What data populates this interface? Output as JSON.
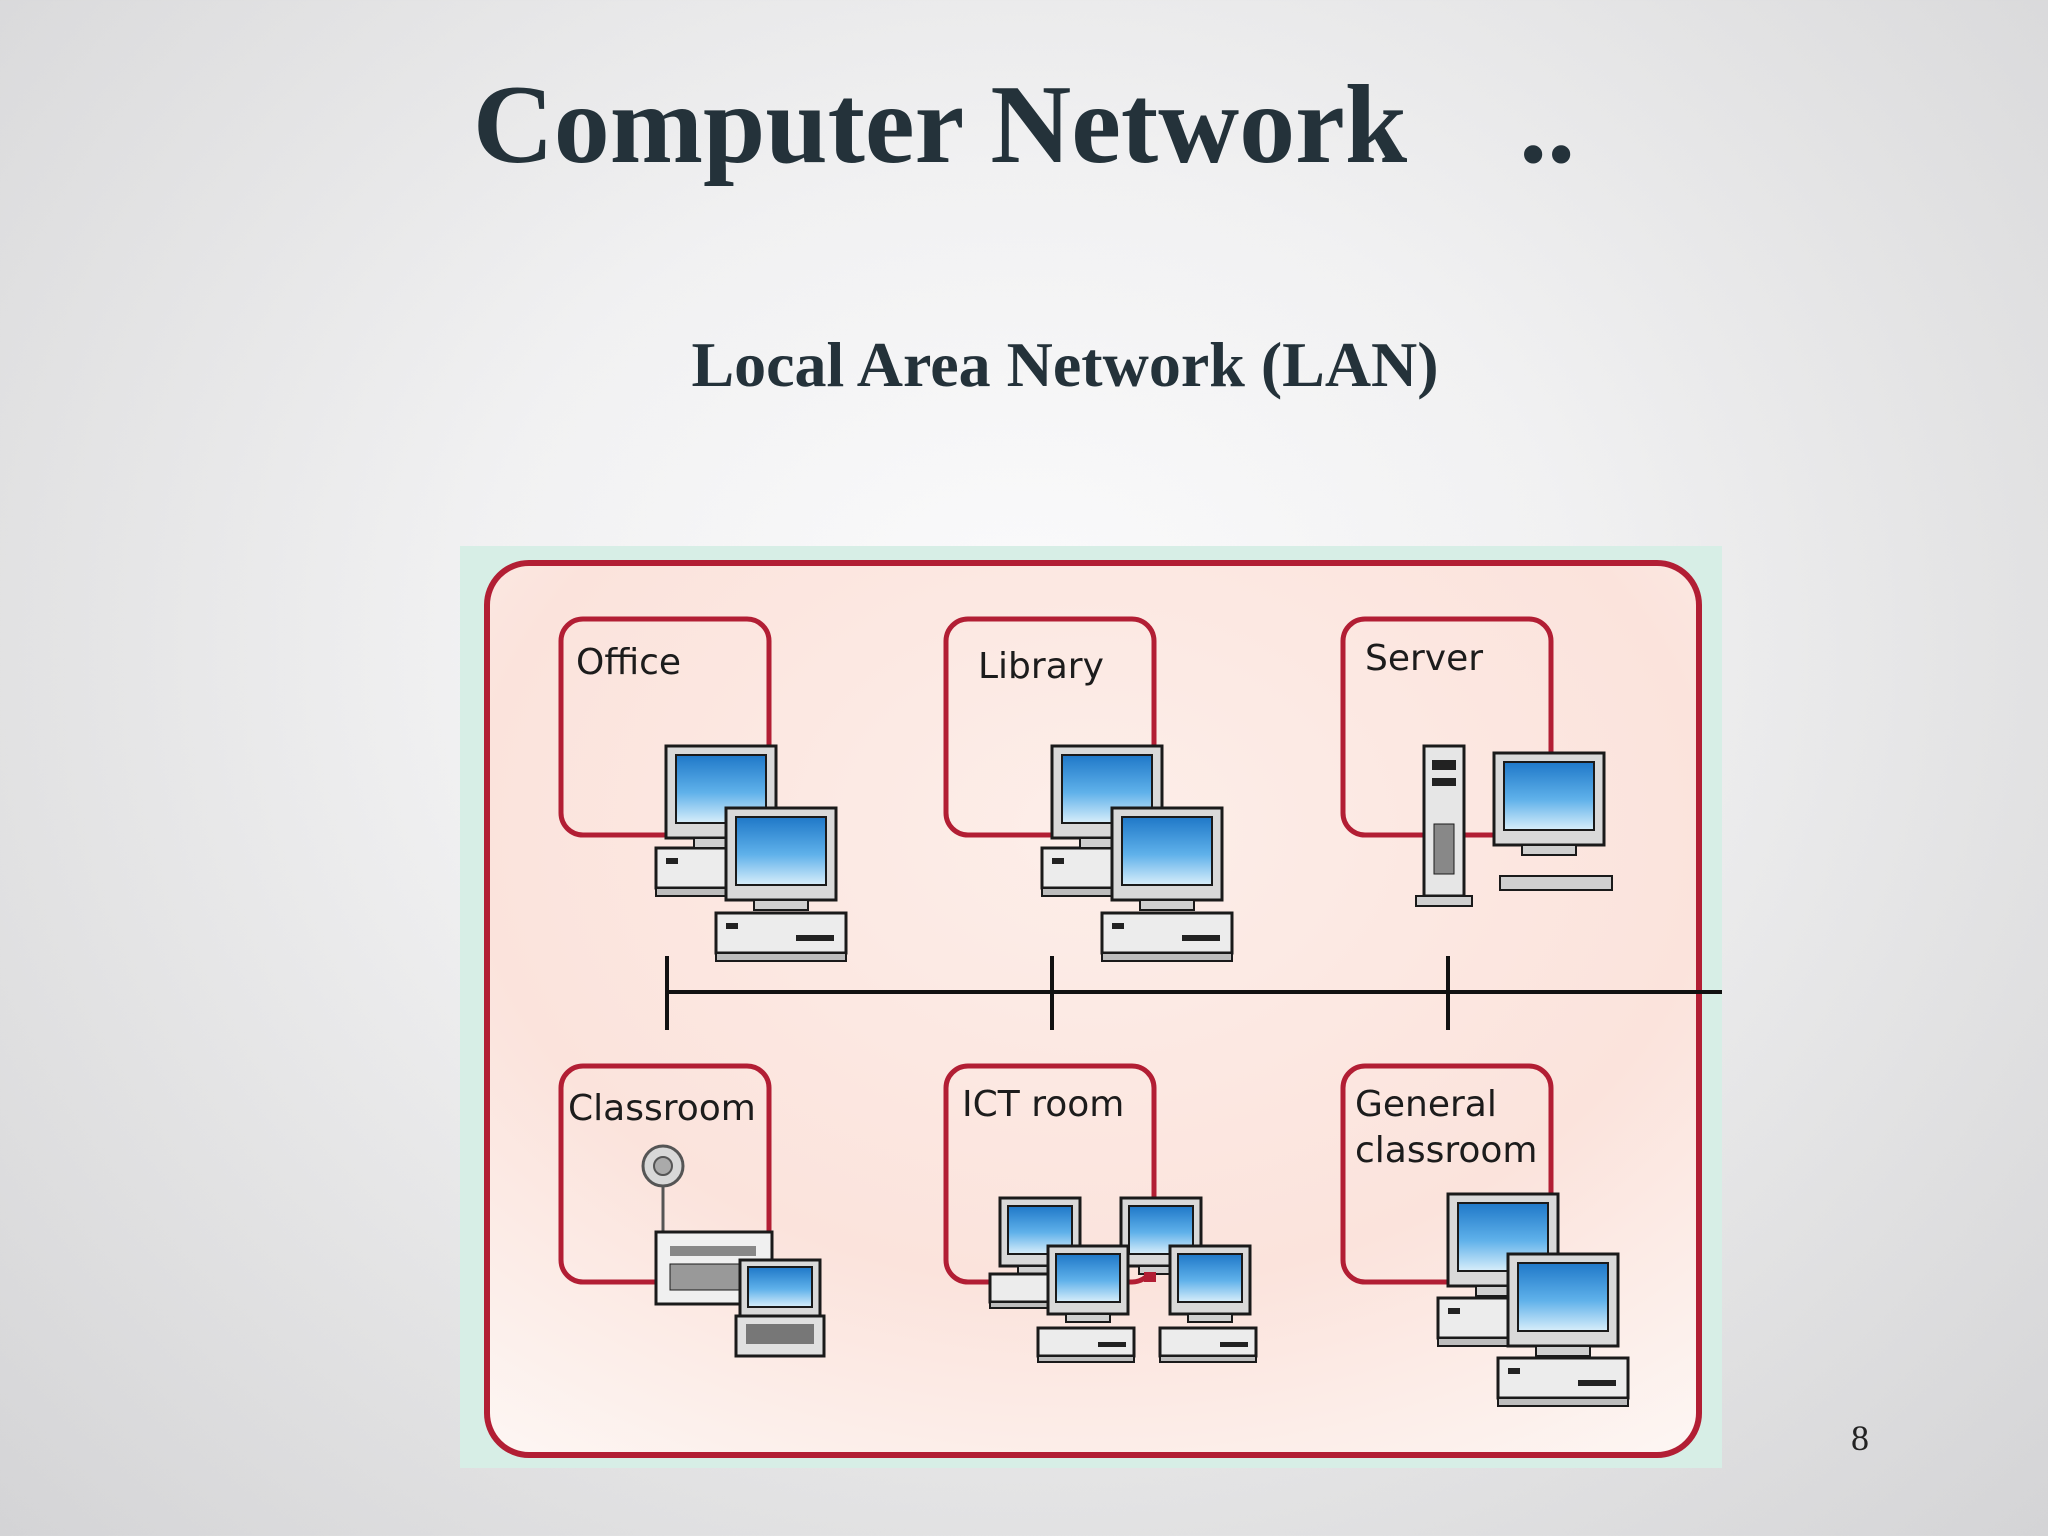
{
  "slide": {
    "title": "Computer Network    ..",
    "subtitle": "Local Area Network (LAN)",
    "page_number": "8"
  },
  "diagram": {
    "rooms": [
      {
        "label": "Office"
      },
      {
        "label": "Library"
      },
      {
        "label": "Server"
      },
      {
        "label": "Classroom"
      },
      {
        "label": "ICT room"
      },
      {
        "label": "General",
        "label2": "classroom"
      }
    ]
  },
  "colors": {
    "background": "#e6e6e8",
    "text": "#24323a",
    "border_red": "#b21e34",
    "panel_fill": "#fbe8e2",
    "panel_backdrop": "#cbe8df",
    "screen_blue": "#2f8fd8",
    "network_line": "#111111"
  }
}
